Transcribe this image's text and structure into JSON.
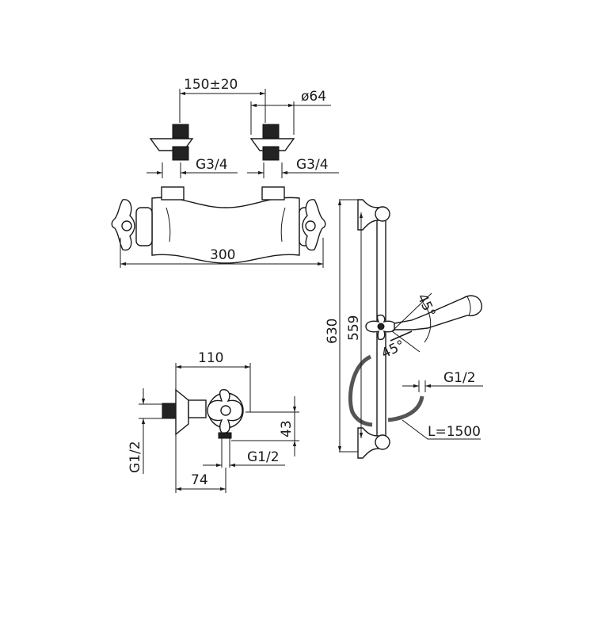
{
  "dimensions": {
    "inlet_spacing": "150±20",
    "escutcheon_diameter": "ø64",
    "inlet_thread_left": "G3/4",
    "inlet_thread_right": "G3/4",
    "body_width": "300",
    "side_depth": "110",
    "side_height": "43",
    "side_thread_vertical": "G1/2",
    "side_thread_outlet": "G1/2",
    "side_offset": "74",
    "rail_total": "630",
    "rail_centers": "559",
    "angle_upper": "45°",
    "angle_lower": "45°",
    "hose_thread": "G1/2",
    "hose_length": "L=1500"
  },
  "colors": {
    "line": "#1a1a1a",
    "background": "#ffffff"
  }
}
